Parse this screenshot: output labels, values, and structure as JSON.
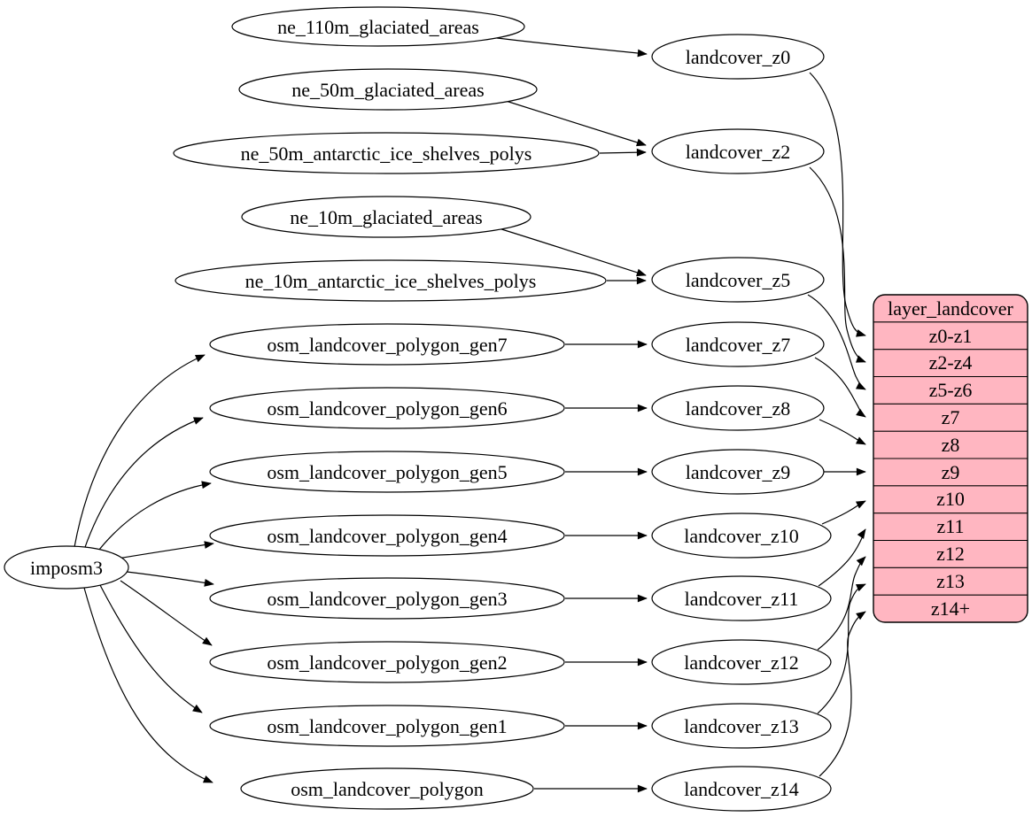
{
  "diagram": {
    "type": "dependency-graph",
    "direction": "left-to-right"
  },
  "colors": {
    "background": "#ffffff",
    "node_fill": "#ffffff",
    "edge_stroke": "#000000",
    "table_fill": "#ffb6c1"
  },
  "nodes": {
    "imposm3": "imposm3",
    "ne_110m_glaciated_areas": "ne_110m_glaciated_areas",
    "ne_50m_glaciated_areas": "ne_50m_glaciated_areas",
    "ne_50m_antarctic_ice_shelves_polys": "ne_50m_antarctic_ice_shelves_polys",
    "ne_10m_glaciated_areas": "ne_10m_glaciated_areas",
    "ne_10m_antarctic_ice_shelves_polys": "ne_10m_antarctic_ice_shelves_polys",
    "osm_landcover_polygon_gen7": "osm_landcover_polygon_gen7",
    "osm_landcover_polygon_gen6": "osm_landcover_polygon_gen6",
    "osm_landcover_polygon_gen5": "osm_landcover_polygon_gen5",
    "osm_landcover_polygon_gen4": "osm_landcover_polygon_gen4",
    "osm_landcover_polygon_gen3": "osm_landcover_polygon_gen3",
    "osm_landcover_polygon_gen2": "osm_landcover_polygon_gen2",
    "osm_landcover_polygon_gen1": "osm_landcover_polygon_gen1",
    "osm_landcover_polygon": "osm_landcover_polygon",
    "landcover_z0": "landcover_z0",
    "landcover_z2": "landcover_z2",
    "landcover_z5": "landcover_z5",
    "landcover_z7": "landcover_z7",
    "landcover_z8": "landcover_z8",
    "landcover_z9": "landcover_z9",
    "landcover_z10": "landcover_z10",
    "landcover_z11": "landcover_z11",
    "landcover_z12": "landcover_z12",
    "landcover_z13": "landcover_z13",
    "landcover_z14": "landcover_z14"
  },
  "table": {
    "title": "layer_landcover",
    "rows": [
      "z0-z1",
      "z2-z4",
      "z5-z6",
      "z7",
      "z8",
      "z9",
      "z10",
      "z11",
      "z12",
      "z13",
      "z14+"
    ]
  },
  "edges": [
    {
      "from": "ne_110m_glaciated_areas",
      "to": "landcover_z0"
    },
    {
      "from": "ne_50m_glaciated_areas",
      "to": "landcover_z2"
    },
    {
      "from": "ne_50m_antarctic_ice_shelves_polys",
      "to": "landcover_z2"
    },
    {
      "from": "ne_10m_glaciated_areas",
      "to": "landcover_z5"
    },
    {
      "from": "ne_10m_antarctic_ice_shelves_polys",
      "to": "landcover_z5"
    },
    {
      "from": "imposm3",
      "to": "osm_landcover_polygon_gen7"
    },
    {
      "from": "imposm3",
      "to": "osm_landcover_polygon_gen6"
    },
    {
      "from": "imposm3",
      "to": "osm_landcover_polygon_gen5"
    },
    {
      "from": "imposm3",
      "to": "osm_landcover_polygon_gen4"
    },
    {
      "from": "imposm3",
      "to": "osm_landcover_polygon_gen3"
    },
    {
      "from": "imposm3",
      "to": "osm_landcover_polygon_gen2"
    },
    {
      "from": "imposm3",
      "to": "osm_landcover_polygon_gen1"
    },
    {
      "from": "imposm3",
      "to": "osm_landcover_polygon"
    },
    {
      "from": "osm_landcover_polygon_gen7",
      "to": "landcover_z7"
    },
    {
      "from": "osm_landcover_polygon_gen6",
      "to": "landcover_z8"
    },
    {
      "from": "osm_landcover_polygon_gen5",
      "to": "landcover_z9"
    },
    {
      "from": "osm_landcover_polygon_gen4",
      "to": "landcover_z10"
    },
    {
      "from": "osm_landcover_polygon_gen3",
      "to": "landcover_z11"
    },
    {
      "from": "osm_landcover_polygon_gen2",
      "to": "landcover_z12"
    },
    {
      "from": "osm_landcover_polygon_gen1",
      "to": "landcover_z13"
    },
    {
      "from": "osm_landcover_polygon",
      "to": "landcover_z14"
    },
    {
      "from": "landcover_z0",
      "to": "layer_landcover.z0-z1"
    },
    {
      "from": "landcover_z2",
      "to": "layer_landcover.z2-z4"
    },
    {
      "from": "landcover_z5",
      "to": "layer_landcover.z5-z6"
    },
    {
      "from": "landcover_z7",
      "to": "layer_landcover.z7"
    },
    {
      "from": "landcover_z8",
      "to": "layer_landcover.z8"
    },
    {
      "from": "landcover_z9",
      "to": "layer_landcover.z9"
    },
    {
      "from": "landcover_z10",
      "to": "layer_landcover.z10"
    },
    {
      "from": "landcover_z11",
      "to": "layer_landcover.z11"
    },
    {
      "from": "landcover_z12",
      "to": "layer_landcover.z12"
    },
    {
      "from": "landcover_z13",
      "to": "layer_landcover.z13"
    },
    {
      "from": "landcover_z14",
      "to": "layer_landcover.z14+"
    }
  ]
}
